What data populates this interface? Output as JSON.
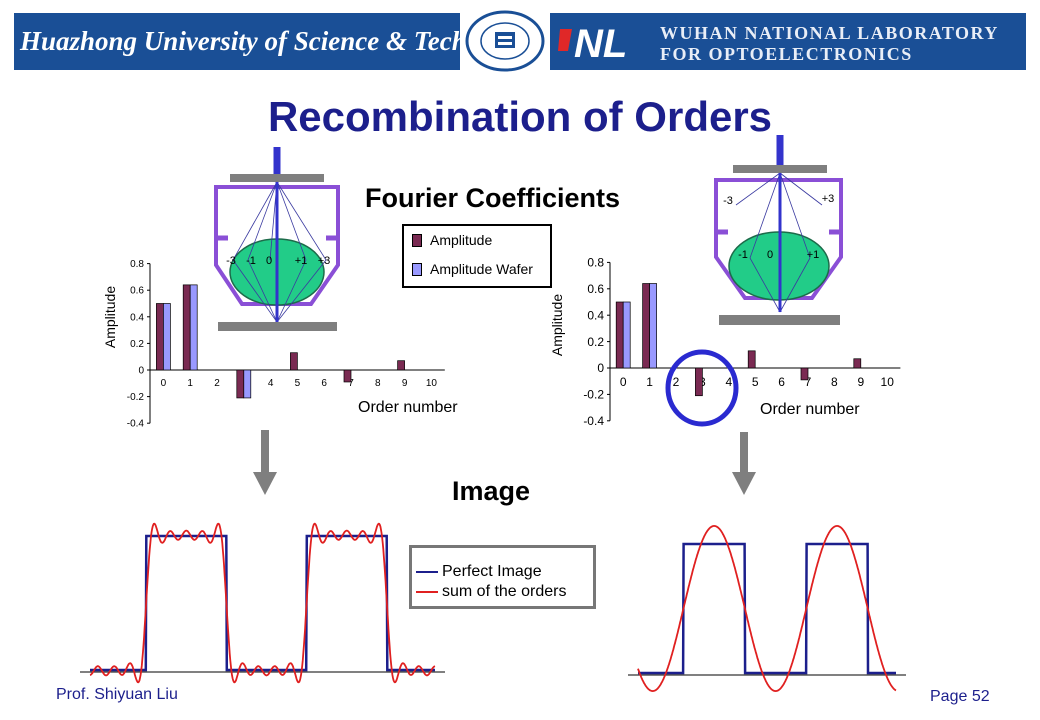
{
  "header": {
    "university": "Huazhong University of Science & Technology",
    "lab_line1": "WUHAN NATIONAL LABORATORY",
    "lab_line2": "FOR OPTOELECTRONICS",
    "lab_logo_text": "NL",
    "brand_color": "#1a4f96"
  },
  "slide": {
    "title": "Recombination of Orders",
    "fourier_heading": "Fourier Coefficients",
    "image_heading": "Image",
    "author": "Prof. Shiyuan Liu",
    "page": "Page 52",
    "title_color": "#1c1f8c"
  },
  "legend_amplitude": {
    "series1": "Amplitude",
    "series2": "Amplitude Wafer"
  },
  "legend_image": {
    "perfect": "Perfect Image",
    "sum": "sum of the orders"
  },
  "diagram_left": {
    "order_labels": [
      "-3",
      "-1",
      "0",
      "+1",
      "+3"
    ]
  },
  "diagram_right": {
    "order_labels_top": [
      "-3",
      "+3"
    ],
    "order_labels": [
      "-1",
      "0",
      "+1"
    ]
  },
  "chart_data": [
    {
      "type": "bar",
      "xlabel": "Order number",
      "ylabel": "Amplitude",
      "ylim": [
        -0.4,
        0.8
      ],
      "yticks": [
        "0.8",
        "0.6",
        "0.4",
        "0.2",
        "0",
        "-0.2",
        "-0.4"
      ],
      "categories": [
        "0",
        "1",
        "2",
        "3",
        "4",
        "5",
        "6",
        "7",
        "8",
        "9",
        "10"
      ],
      "series": [
        {
          "name": "Amplitude",
          "color": "#7a2a52",
          "values": [
            0.5,
            0.64,
            0,
            -0.21,
            0,
            0.13,
            0,
            -0.09,
            0,
            0.07,
            0
          ]
        },
        {
          "name": "Amplitude Wafer",
          "color": "#9999ff",
          "values": [
            0.5,
            0.64,
            0,
            -0.21,
            0,
            0,
            0,
            0,
            0,
            0,
            0
          ]
        }
      ]
    },
    {
      "type": "bar",
      "xlabel": "Order number",
      "ylabel": "Amplitude",
      "ylim": [
        -0.4,
        0.8
      ],
      "yticks": [
        "0.8",
        "0.6",
        "0.4",
        "0.2",
        "0",
        "-0.2",
        "-0.4"
      ],
      "categories": [
        "0",
        "1",
        "2",
        "3",
        "4",
        "5",
        "6",
        "7",
        "8",
        "9",
        "10"
      ],
      "series": [
        {
          "name": "Amplitude",
          "color": "#7a2a52",
          "values": [
            0.5,
            0.64,
            0,
            -0.21,
            0,
            0.13,
            0,
            -0.09,
            0,
            0.07,
            0
          ]
        },
        {
          "name": "Amplitude Wafer",
          "color": "#9999ff",
          "values": [
            0.5,
            0.64,
            0,
            0,
            0,
            0,
            0,
            0,
            0,
            0,
            0
          ]
        }
      ]
    },
    {
      "type": "line",
      "series": [
        {
          "name": "Perfect Image",
          "color": "#1c1f8c",
          "orders": "square"
        },
        {
          "name": "sum of the orders",
          "color": "#e02020",
          "orders": [
            0,
            1,
            3,
            5,
            7,
            9
          ]
        }
      ]
    },
    {
      "type": "line",
      "series": [
        {
          "name": "Perfect Image",
          "color": "#1c1f8c",
          "orders": "square"
        },
        {
          "name": "sum of the orders",
          "color": "#e02020",
          "orders": [
            0,
            1
          ]
        }
      ]
    }
  ]
}
